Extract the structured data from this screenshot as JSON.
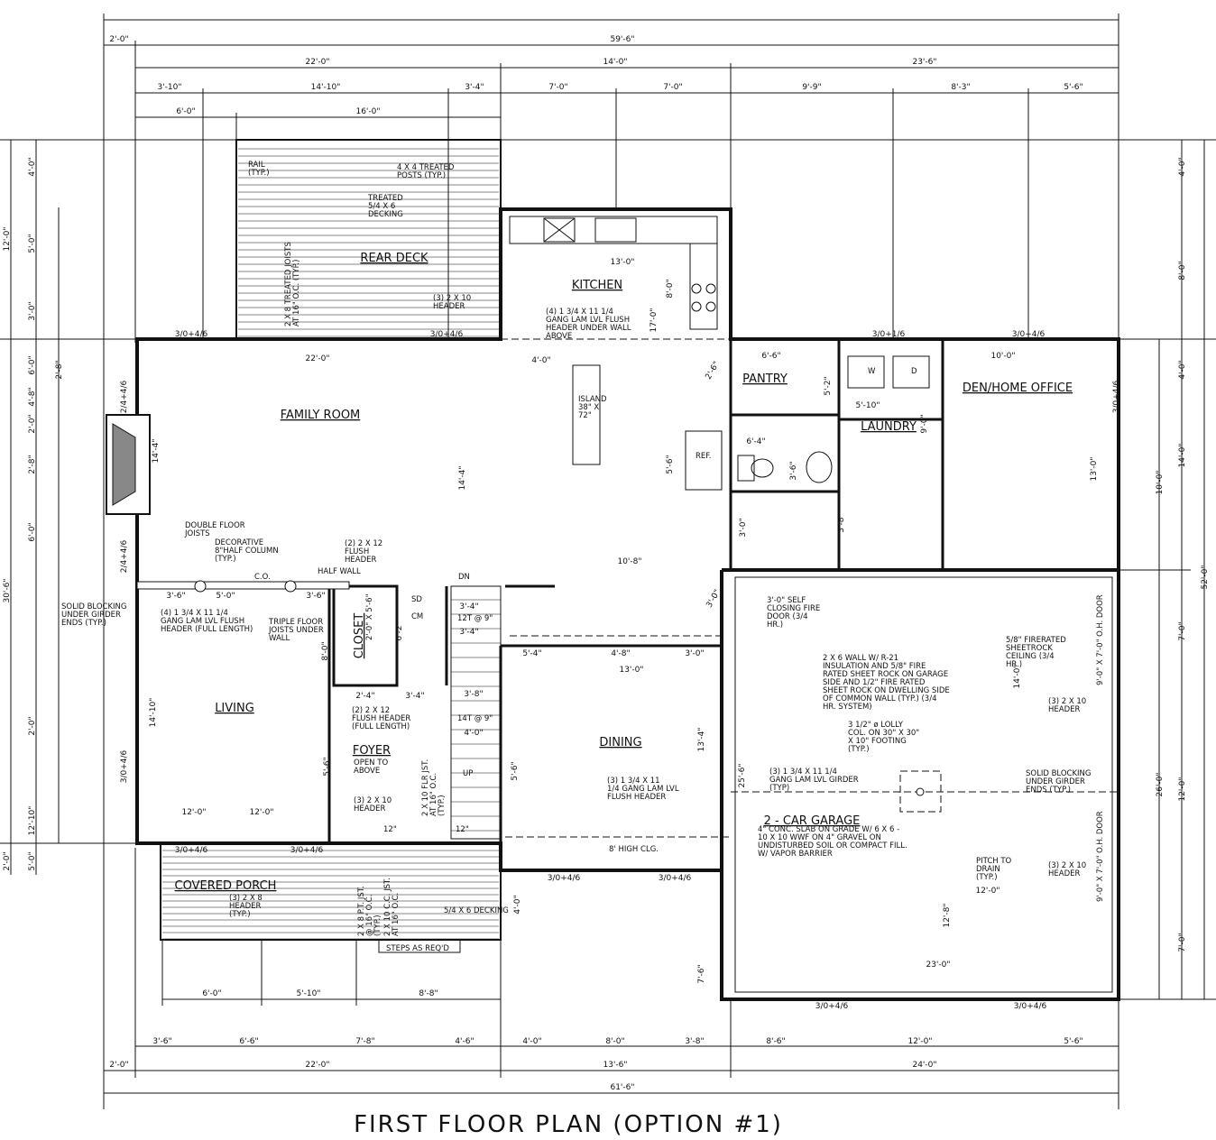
{
  "title": "FIRST FLOOR PLAN (OPTION #1)",
  "rooms": {
    "rear_deck": "REAR DECK",
    "kitchen": "KITCHEN",
    "family_room": "FAMILY ROOM",
    "pantry": "PANTRY",
    "laundry": "LAUNDRY",
    "den": "DEN/HOME OFFICE",
    "living": "LIVING",
    "foyer": "FOYER",
    "closet": "CLOSET",
    "dining": "DINING",
    "garage": "2 - CAR GARAGE",
    "porch": "COVERED PORCH"
  },
  "dimensions": {
    "top_row1": [
      "2'-0\"",
      "59'-6\""
    ],
    "top_row2": [
      "22'-0\"",
      "14'-0\"",
      "23'-6\""
    ],
    "top_row3": [
      "3'-10\"",
      "14'-10\"",
      "3'-4\"",
      "7'-0\"",
      "7'-0\"",
      "9'-9\"",
      "8'-3\"",
      "5'-6\""
    ],
    "top_row4": [
      "6'-0\"",
      "16'-0\""
    ],
    "bottom_row1": [
      "6'-0\"",
      "5'-10\"",
      "8'-8\""
    ],
    "bottom_row2": [
      "3'-6\"",
      "6'-6\"",
      "7'-8\"",
      "4'-6\"",
      "4'-0\"",
      "8'-0\"",
      "3'-8\"",
      "8'-6\"",
      "12'-0\"",
      "5'-6\""
    ],
    "bottom_row3": [
      "2'-0\"",
      "22'-0\"",
      "13'-6\"",
      "24'-0\""
    ],
    "bottom_row4": [
      "61'-6\""
    ],
    "left_outer": [
      "12'-0\"",
      "30'-6\"",
      "2'-0\""
    ],
    "left_inner": [
      "4'-0\"",
      "5'-0\"",
      "3'-0\"",
      "6'-0\"",
      "4'-8\"",
      "2'-0\"",
      "2'-8\"",
      "6'-0\"",
      "2'-0\"",
      "12'-10\"",
      "5'-0\""
    ],
    "right_inner": [
      "4'-0\"",
      "8'-0\"",
      "4'-0\"",
      "14'-0\"",
      "7'-0\"",
      "12'-0\"",
      "7'-0\""
    ],
    "right_mid": [
      "10'-0\"",
      "26'-0\""
    ],
    "right_outer": [
      "52'-0\""
    ],
    "interior": [
      "22'-0\"",
      "13'-0\"",
      "17'-0\"",
      "8'-0\"",
      "4'-0\"",
      "6'-6\"",
      "10'-0\"",
      "5'-10\"",
      "6'-4\"",
      "13'-0\"",
      "14'-4\"",
      "14'-4\"",
      "10'-8\"",
      "12'-0\"",
      "14'-10\"",
      "5'-4\"",
      "4'-8\"",
      "3'-0\"",
      "13'-0\"",
      "3'-4\"",
      "3'-4\"",
      "3'-8\"",
      "4'-0\"",
      "2'-4\"",
      "3'-4\"",
      "8'-0\"",
      "6'-2\"",
      "12'-0\"",
      "23'-0\"",
      "12'-0\"",
      "13'-4\"",
      "25'-6\"",
      "14'-0\"",
      "12'-8\"",
      "7'-6\"",
      "4'-0\"",
      "3'-6\"",
      "5'-0\"",
      "3'-6\"",
      "5'-6\"",
      "5'-6\"",
      "5'-6\"",
      "3'-0\"",
      "3'-8\"",
      "3'-6\"",
      "2'-6\"",
      "5'-2\"",
      "9'-0\"",
      "3'-0\""
    ],
    "windows": [
      "3/0+4/6",
      "3/0+4/6",
      "3/0+1/6",
      "3/0+4/6",
      "2/4+4/6",
      "2/4+4/6",
      "3/0+4/6",
      "3/0+4/6",
      "3/0+4/6",
      "3/0+4/6",
      "3/0+4/6",
      "3/0+4/6",
      "3/0+4/6",
      "3/0+4/6"
    ]
  },
  "notes": {
    "rail": "RAIL (TYP.)",
    "posts": "4 X 4 TREATED POSTS (TYP.)",
    "treated_decking": "TREATED 5/4 X 6 DECKING",
    "deck_joists": "2 X 8 TREATED JOISTS AT 16\" O.C. (TYP.)",
    "kitchen_header": "(3) 2 X 10 HEADER",
    "kitchen_lvl": "(4) 1 3/4 X 11 1/4 GANG LAM LVL FLUSH HEADER UNDER WALL ABOVE",
    "island": "ISLAND 38\" X 72\"",
    "ref": "REF.",
    "double_joists": "DOUBLE FLOOR JOISTS",
    "decorative_column": "DECORATIVE 8\"HALF COLUMN (TYP.)",
    "half_wall": "HALF WALL",
    "co": "C.O.",
    "solid_blocking_left": "SOLID BLOCKING UNDER GIRDER ENDS (TYP.)",
    "living_lvl": "(4) 1 3/4 X 11 1/4 GANG LAM LVL FLUSH HEADER (FULL LENGTH)",
    "triple_joists": "TRIPLE FLOOR JOISTS UNDER WALL",
    "flush_header_2x12": "(2) 2 X 12 FLUSH HEADER",
    "closet_size": "2'-0\" X 5'-6\"",
    "sd": "SD",
    "cm": "CM",
    "flush_header_full": "(2) 2 X 12 FLUSH HEADER (FULL LENGTH)",
    "foyer_open": "OPEN TO ABOVE",
    "floor_joists": "2 X 10 FLR JST. AT 16\" O.C. (TYP.)",
    "foyer_header": "(3) 2 X 10 HEADER",
    "stairs_up1": "12T @ 9\"",
    "stairs_up2": "14T @ 9\"",
    "dn": "DN",
    "up": "UP",
    "dining_header": "(3) 1 3/4 X 11 1/4 GANG LAM LVL FLUSH HEADER",
    "ceiling_height": "8' HIGH CLG.",
    "fire_door": "3'-0\" SELF CLOSING FIRE DOOR (3/4 HR.)",
    "garage_wall": "2 X 6 WALL W/ R-21 INSULATION AND 5/8\" FIRE RATED SHEET ROCK ON GARAGE SIDE AND 1/2\" FIRE RATED SHEET ROCK ON DWELLING SIDE OF COMMON WALL (TYP.) (3/4 HR. SYSTEM)",
    "firerated_ceiling": "5/8\" FIRERATED SHEETROCK CEILING (3/4 HR.)",
    "garage_header_top": "(3) 2 X 10 HEADER",
    "lolly_col": "3 1/2\" ø LOLLY COL. ON 30\" X 30\" X 10\" FOOTING (TYP.)",
    "garage_girder": "(3) 1 3/4 X 11 1/4 GANG LAM LVL GIRDER (TYP)",
    "solid_blocking_right": "SOLID BLOCKING UNDER GIRDER ENDS (TYP.)",
    "garage_slab": "4\" CONC. SLAB ON GRADE W/ 6 X 6 - 10 X 10 WWF ON 4\" GRAVEL ON UNDISTURBED SOIL OR COMPACT FILL. W/ VAPOR BARRIER",
    "pitch_drain": "PITCH TO DRAIN (TYP.)",
    "garage_header_bottom": "(3) 2 X 10 HEADER",
    "oh_door_top": "9'-0\" X 7'-0\" O.H. DOOR",
    "oh_door_bottom": "9'-0\" X 7'-0\" O.H. DOOR",
    "porch_header": "(3) 2 X 8 HEADER (TYP.)",
    "porch_joists": "2 X 8 P.T. JST. @ 16\" O.C. (TYP.)",
    "porch_joists2": "2 X 10 C.C. JST. AT 16\" O.C.",
    "porch_decking": "5/4 X 6 DECKING",
    "steps": "STEPS AS REQ'D",
    "twelve1": "12\"",
    "twelve2": "12\"",
    "w": "W",
    "d": "D"
  }
}
